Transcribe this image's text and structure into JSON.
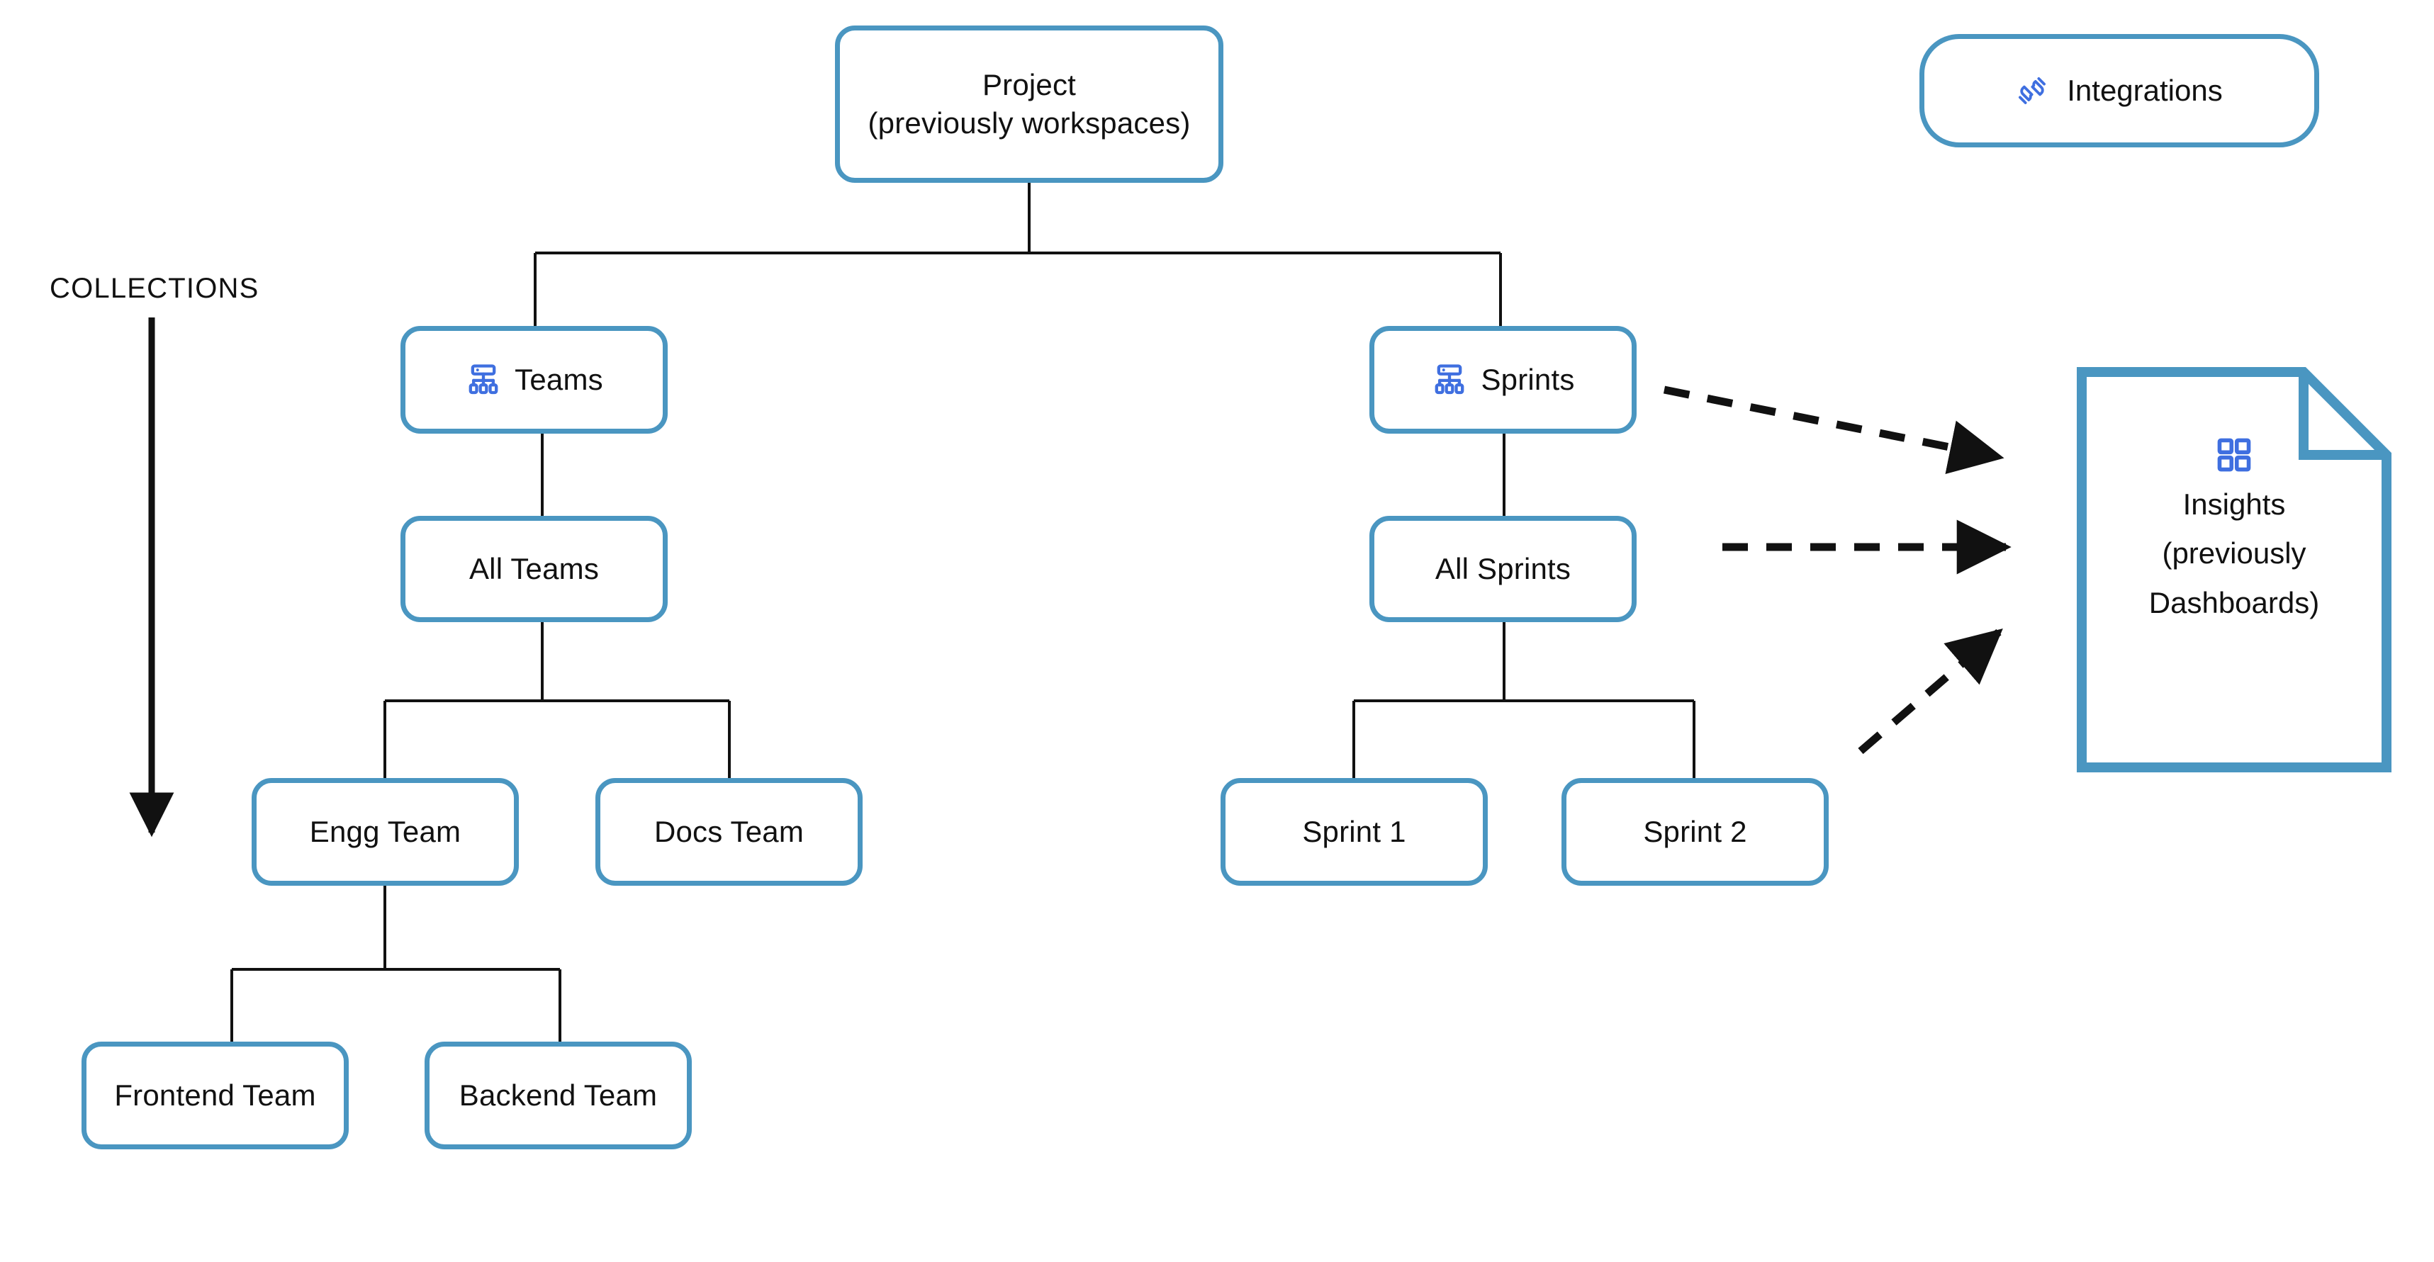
{
  "diagram": {
    "title": "Project hierarchy and collections",
    "colors": {
      "node_border": "#4a96c1",
      "edge": "#111111",
      "icon_blue": "#3f6fe0",
      "text": "#111111",
      "background": "#ffffff"
    },
    "caption": {
      "collections_label": "COLLECTIONS",
      "collections_arrow": "down-arrow"
    },
    "nodes": [
      {
        "id": "project",
        "lines": [
          "Project",
          "(previously workspaces)"
        ],
        "icon": null
      },
      {
        "id": "teams",
        "lines": [
          "Teams"
        ],
        "icon": "hierarchy-icon"
      },
      {
        "id": "sprints",
        "lines": [
          "Sprints"
        ],
        "icon": "hierarchy-icon"
      },
      {
        "id": "all-teams",
        "lines": [
          "All Teams"
        ],
        "icon": null
      },
      {
        "id": "all-sprints",
        "lines": [
          "All Sprints"
        ],
        "icon": null
      },
      {
        "id": "engg-team",
        "lines": [
          "Engg Team"
        ],
        "icon": null
      },
      {
        "id": "docs-team",
        "lines": [
          "Docs Team"
        ],
        "icon": null
      },
      {
        "id": "sprint-1",
        "lines": [
          "Sprint 1"
        ],
        "icon": null
      },
      {
        "id": "sprint-2",
        "lines": [
          "Sprint 2"
        ],
        "icon": null
      },
      {
        "id": "frontend-team",
        "lines": [
          "Frontend Team"
        ],
        "icon": null
      },
      {
        "id": "backend-team",
        "lines": [
          "Backend Team"
        ],
        "icon": null
      }
    ],
    "labels": {
      "project_line1": "Project",
      "project_line2": "(previously workspaces)",
      "teams": "Teams",
      "sprints": "Sprints",
      "all_teams": "All Teams",
      "all_sprints": "All Sprints",
      "engg_team": "Engg Team",
      "docs_team": "Docs Team",
      "sprint_1": "Sprint 1",
      "sprint_2": "Sprint 2",
      "frontend_team": "Frontend Team",
      "backend_team": "Backend Team",
      "integrations": "Integrations",
      "insights_line1": "Insights",
      "insights_line2": "(previously",
      "insights_line3": "Dashboards)"
    },
    "integrations": {
      "label": "Integrations",
      "icon": "plug-connector-icon"
    },
    "insights": {
      "line1": "Insights",
      "line2": "(previously",
      "line3": "Dashboards)",
      "icon": "dashboard-grid-icon",
      "shape": "document-with-folded-corner"
    },
    "edges": [
      {
        "from": "project",
        "to": "teams",
        "style": "solid"
      },
      {
        "from": "project",
        "to": "sprints",
        "style": "solid"
      },
      {
        "from": "teams",
        "to": "all-teams",
        "style": "solid"
      },
      {
        "from": "all-teams",
        "to": "engg-team",
        "style": "solid"
      },
      {
        "from": "all-teams",
        "to": "docs-team",
        "style": "solid"
      },
      {
        "from": "engg-team",
        "to": "frontend-team",
        "style": "solid"
      },
      {
        "from": "engg-team",
        "to": "backend-team",
        "style": "solid"
      },
      {
        "from": "sprints",
        "to": "all-sprints",
        "style": "solid"
      },
      {
        "from": "all-sprints",
        "to": "sprint-1",
        "style": "solid"
      },
      {
        "from": "all-sprints",
        "to": "sprint-2",
        "style": "solid"
      },
      {
        "from": "sprints",
        "to": "insights",
        "style": "dashed-arrow"
      },
      {
        "from": "all-sprints",
        "to": "insights",
        "style": "dashed-arrow"
      },
      {
        "from": "sprint-2",
        "to": "insights",
        "style": "dashed-arrow"
      }
    ]
  }
}
